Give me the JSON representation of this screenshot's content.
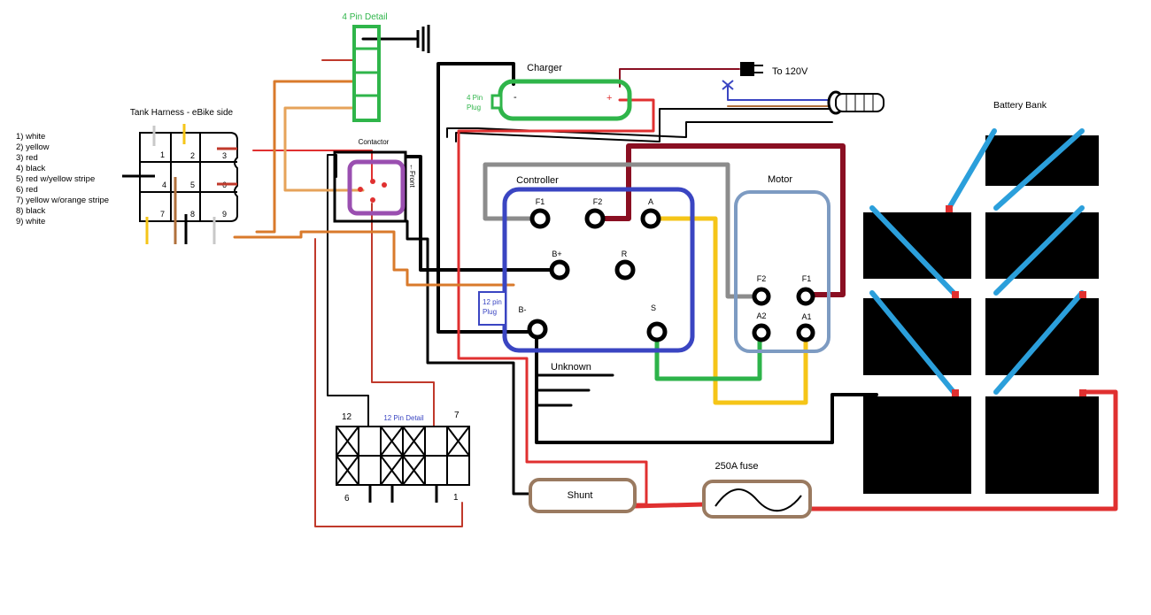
{
  "colors": {
    "controller_box": "#3a45c2",
    "motor_box": "#7d9bc2",
    "contactor_box": "#9a4fb0",
    "charger_box": "#2fb54a",
    "pin4_box": "#2fb54a",
    "shunt_box": "#9a7a60",
    "fuse_box": "#9a7a60",
    "wire_black": "#000000",
    "wire_red": "#e03030",
    "wire_darkred": "#8a0f22",
    "wire_yellow": "#f5c518",
    "wire_green": "#2db34a",
    "wire_gray": "#8c8c8c",
    "wire_orange": "#d97a2b",
    "wire_tan": "#e6a35a",
    "wire_blue": "#2b9fdb",
    "wire_brown": "#b0703c",
    "battery": "#000000",
    "terminal_red": "#e03030",
    "green_text": "#2fb54a",
    "blue_text": "#3a45c2"
  },
  "labels": {
    "pin4_detail": "4 Pin Detail",
    "charger": "Charger",
    "charger_minus": "-",
    "charger_plus": "+",
    "pin4_plug_1": "4 Pin",
    "pin4_plug_2": "Plug",
    "to_120v": "To 120V",
    "tank_harness": "Tank Harness - eBike side",
    "contactor": "Contactor",
    "front": "←Front",
    "controller": "Controller",
    "motor": "Motor",
    "battery_bank": "Battery Bank",
    "unknown": "Unknown",
    "pin12_detail": "12 Pin Detail",
    "pin12_plug_1": "12 pin",
    "pin12_plug_2": "Plug",
    "shunt": "Shunt",
    "fuse": "250A fuse"
  },
  "harness_legend": [
    "1) white",
    "2) yellow",
    "3) red",
    "4) black",
    "5) red w/yellow stripe",
    "6) red",
    "7) yellow w/orange stripe",
    "8) black",
    "9) white"
  ],
  "harness_pins": [
    "1",
    "2",
    "3",
    "4",
    "5",
    "6",
    "7",
    "8",
    "9"
  ],
  "controller_terminals": {
    "f1": "F1",
    "f2": "F2",
    "a": "A",
    "bplus": "B+",
    "r": "R",
    "bminus": "B-",
    "s": "S"
  },
  "motor_terminals": {
    "f2": "F2",
    "f1": "F1",
    "a2": "A2",
    "a1": "A1"
  },
  "pin12_numbers": {
    "p12": "12",
    "p7": "7",
    "p6": "6",
    "p1": "1"
  }
}
